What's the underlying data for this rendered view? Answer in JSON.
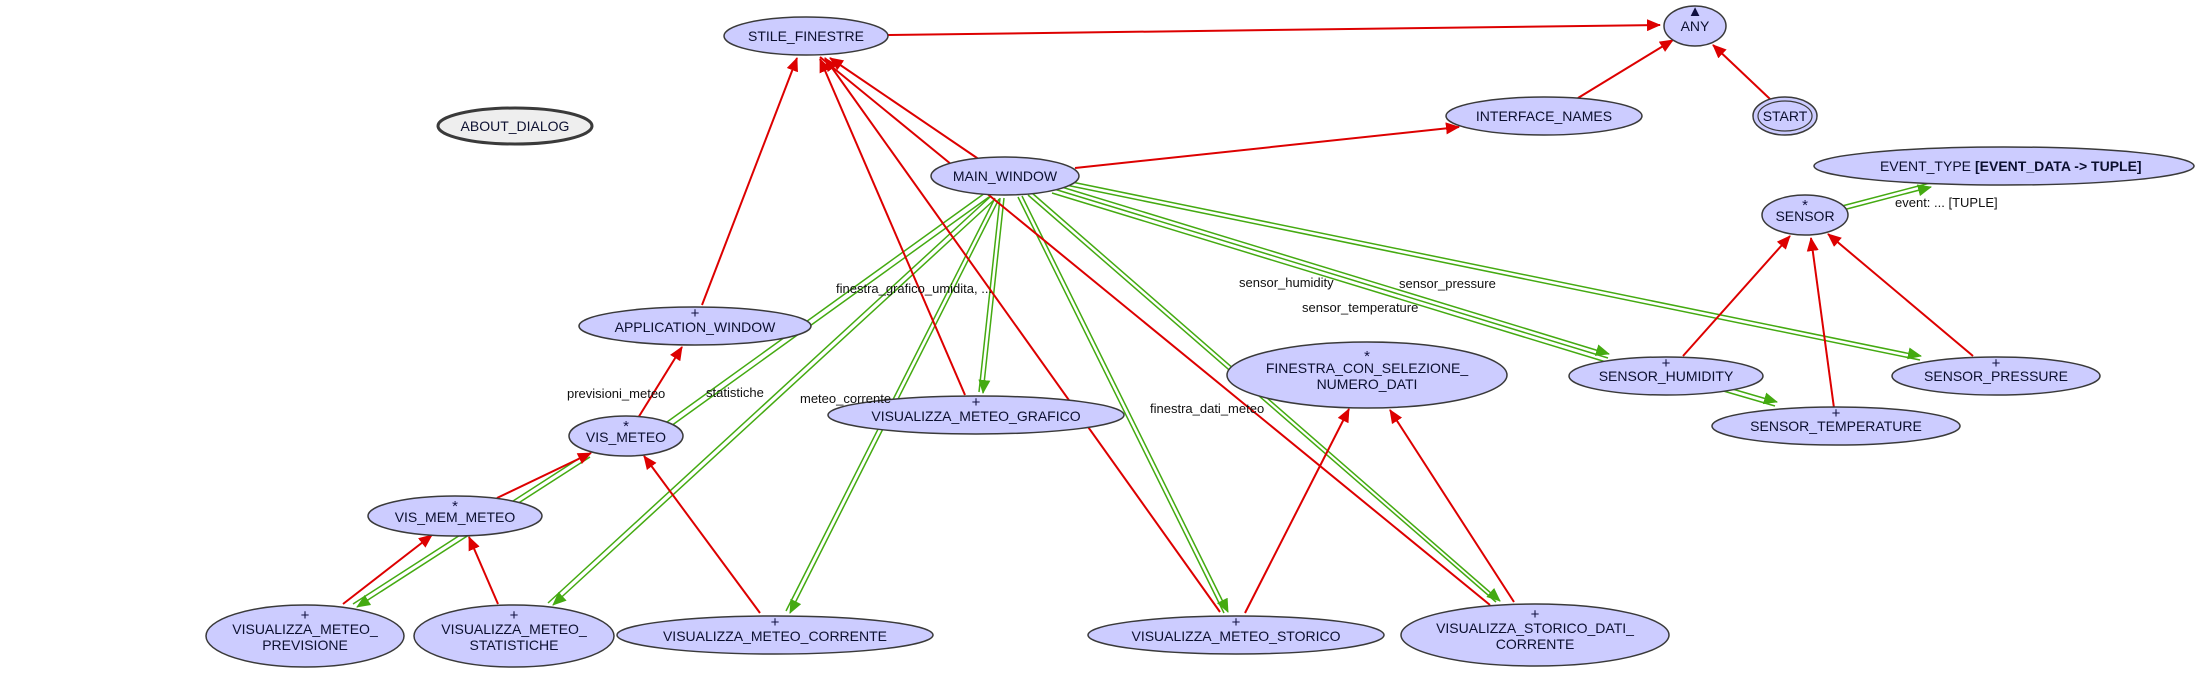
{
  "diagram": {
    "colors": {
      "background": "#ffffff",
      "node_fill": "#ccccff",
      "node_fill_gray": "#eeeeee",
      "node_stroke": "#3a3a3a",
      "inherit_edge": "#dd0000",
      "reference_edge": "#44aa11",
      "text": "#0c1030"
    },
    "nodes": {
      "any": {
        "label": "ANY",
        "marker": "▲"
      },
      "start": {
        "label": "START"
      },
      "stile_finestre": {
        "label": "STILE_FINESTRE"
      },
      "about_dialog": {
        "label": "ABOUT_DIALOG"
      },
      "interface_names": {
        "label": "INTERFACE_NAMES"
      },
      "main_window": {
        "label": "MAIN_WINDOW"
      },
      "event_type": {
        "label": "EVENT_TYPE",
        "label_bold": "[EVENT_DATA -> TUPLE]"
      },
      "sensor": {
        "label": "SENSOR",
        "marker": "*"
      },
      "application_window": {
        "label": "APPLICATION_WINDOW",
        "marker": "+"
      },
      "finestra_con_selezione": {
        "label_line1": "FINESTRA_CON_SELEZIONE_",
        "label_line2": "NUMERO_DATI",
        "marker": "*"
      },
      "sensor_humidity": {
        "label": "SENSOR_HUMIDITY",
        "marker": "+"
      },
      "sensor_pressure": {
        "label": "SENSOR_PRESSURE",
        "marker": "+"
      },
      "sensor_temperature": {
        "label": "SENSOR_TEMPERATURE",
        "marker": "+"
      },
      "visualizza_meteo_grafico": {
        "label": "VISUALIZZA_METEO_GRAFICO",
        "marker": "+"
      },
      "vis_meteo": {
        "label": "VIS_METEO",
        "marker": "*"
      },
      "vis_mem_meteo": {
        "label": "VIS_MEM_METEO",
        "marker": "*"
      },
      "visualizza_meteo_previsione": {
        "label_line1": "VISUALIZZA_METEO_",
        "label_line2": "PREVISIONE",
        "marker": "+"
      },
      "visualizza_meteo_statistiche": {
        "label_line1": "VISUALIZZA_METEO_",
        "label_line2": "STATISTICHE",
        "marker": "+"
      },
      "visualizza_meteo_corrente": {
        "label": "VISUALIZZA_METEO_CORRENTE",
        "marker": "+"
      },
      "visualizza_meteo_storico": {
        "label": "VISUALIZZA_METEO_STORICO",
        "marker": "+"
      },
      "visualizza_storico_dati_corrente": {
        "label_line1": "VISUALIZZA_STORICO_DATI_",
        "label_line2": "CORRENTE",
        "marker": "+"
      }
    },
    "edge_labels": {
      "finestra_grafico_umidita": "finestra_grafico_umidita, ...",
      "previsioni_meteo": "previsioni_meteo",
      "statistiche": "statistiche",
      "meteo_corrente": "meteo_corrente",
      "sensor_humidity": "sensor_humidity",
      "sensor_temperature": "sensor_temperature",
      "sensor_pressure": "sensor_pressure",
      "finestra_dati_meteo": "finestra_dati_meteo",
      "event_tuple": "event: ... [TUPLE]"
    }
  }
}
